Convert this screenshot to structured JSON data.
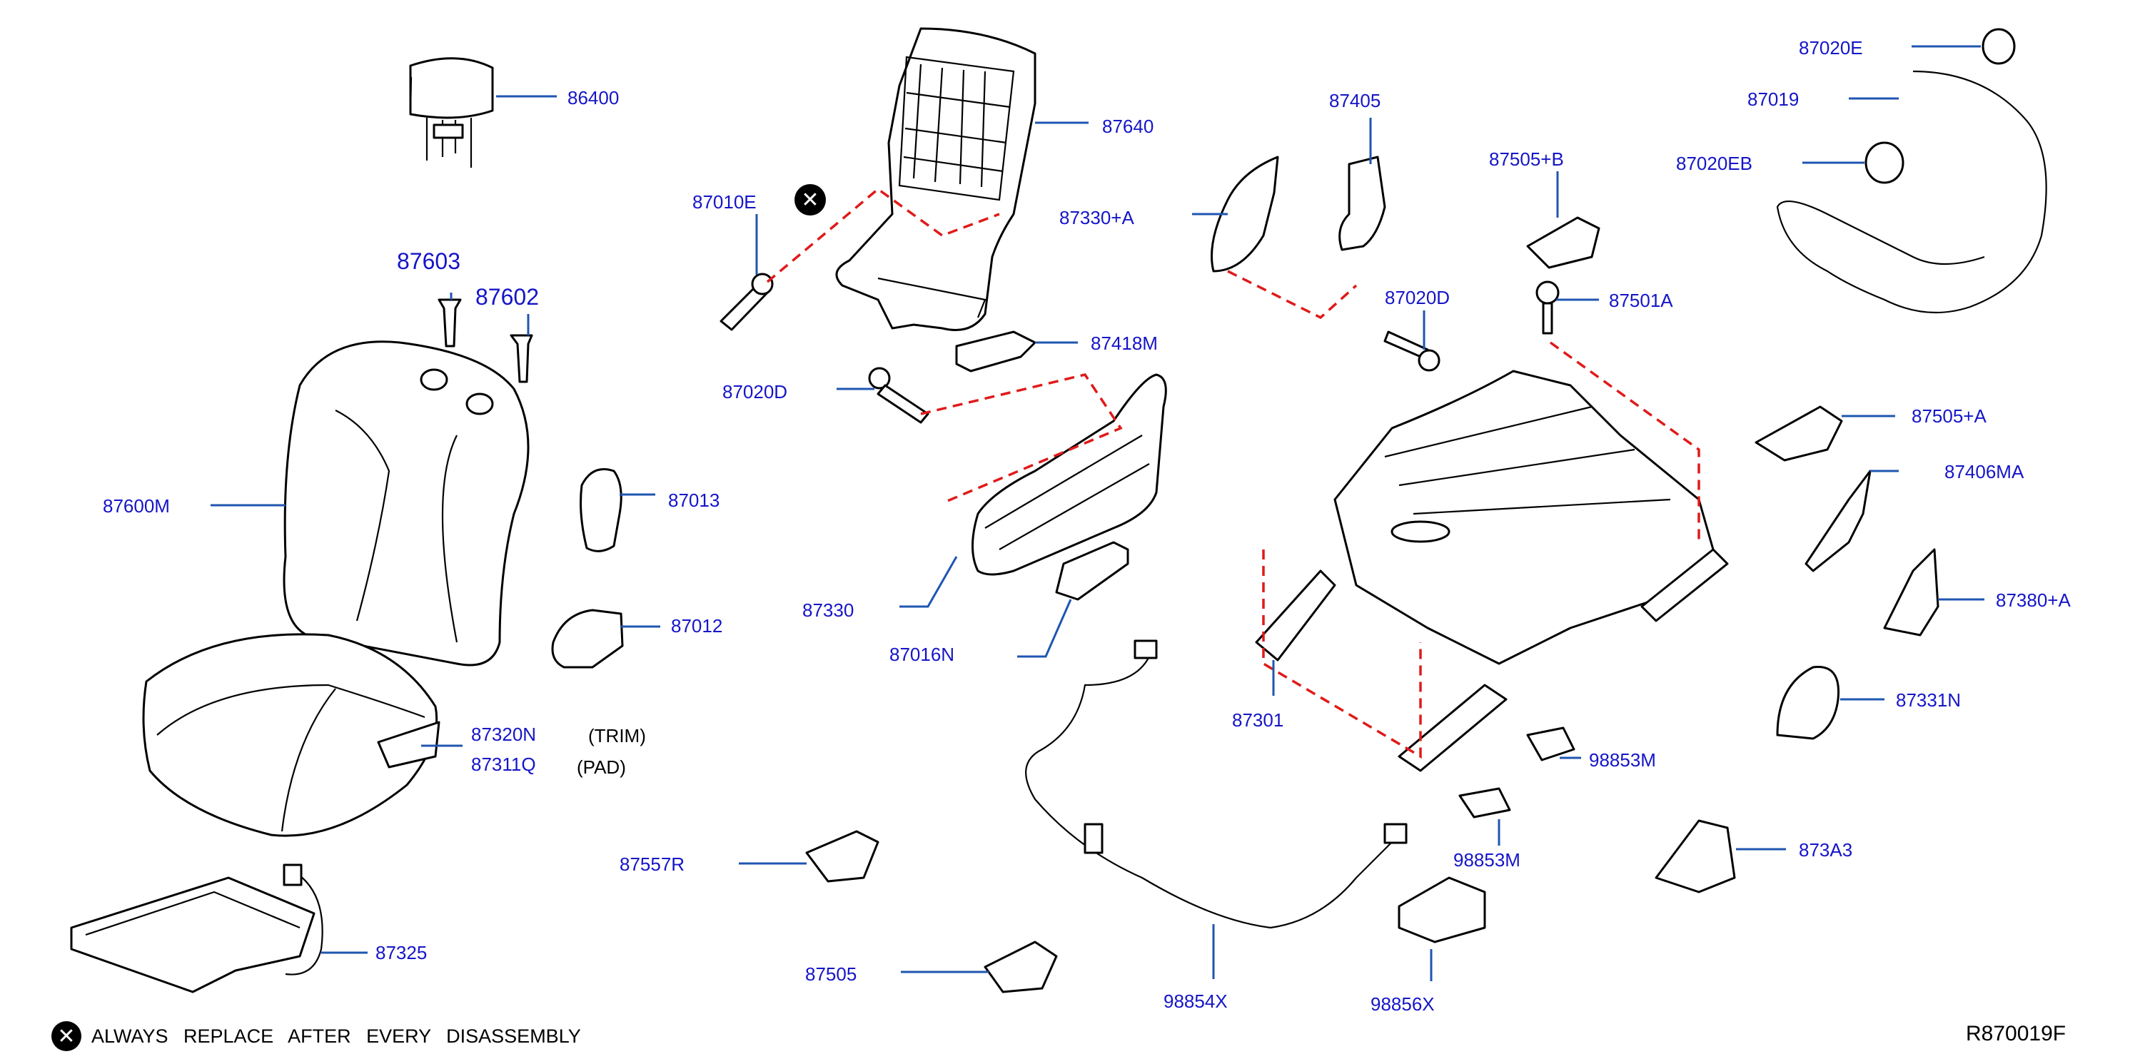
{
  "parts": {
    "p86400": "86400",
    "p87603": "87603",
    "p87602": "87602",
    "p87600M": "87600M",
    "p87013": "87013",
    "p87012": "87012",
    "p87320N": "87320N",
    "p87311Q": "87311Q",
    "p87325": "87325",
    "p87640": "87640",
    "p87010E": "87010E",
    "p87330A": "87330+A",
    "p87418M": "87418M",
    "p87020D_left": "87020D",
    "p87330": "87330",
    "p87016N": "87016N",
    "p87557R": "87557R",
    "p87505": "87505",
    "p98854X": "98854X",
    "p87405": "87405",
    "p87505B": "87505+B",
    "p87020D_mid": "87020D",
    "p87501A": "87501A",
    "p87301": "87301",
    "p98853M_right": "98853M",
    "p98853M_low": "98853M",
    "p98856X": "98856X",
    "p87020E": "87020E",
    "p87019": "87019",
    "p87020EB": "87020EB",
    "p87505A": "87505+A",
    "p87406MA": "87406MA",
    "p87380A": "87380+A",
    "p87331N": "87331N",
    "p873A3": "873A3"
  },
  "notes": {
    "trim": "(TRIM)",
    "pad": "(PAD)"
  },
  "legend": {
    "icon": "close-circle-icon",
    "symbol": "✕",
    "text": "ALWAYS REPLACE AFTER EVERY DISASSEMBLY"
  },
  "diagram_code": "R870019F",
  "colors": {
    "label": "#1515c8",
    "leader": "#1f56b0",
    "assembly_dash": "#e01a1a",
    "line_art": "#000000"
  }
}
